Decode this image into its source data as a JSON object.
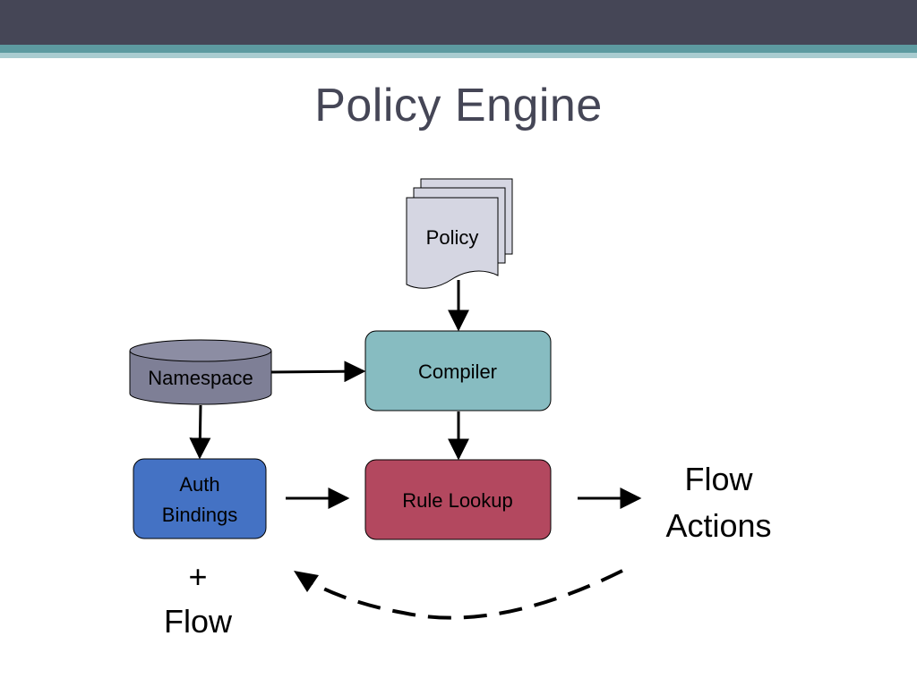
{
  "slide": {
    "title": "Policy Engine"
  },
  "diagram": {
    "nodes": {
      "policy": {
        "label": "Policy"
      },
      "namespace": {
        "label": "Namespace"
      },
      "compiler": {
        "label": "Compiler"
      },
      "auth": {
        "label_line1": "Auth",
        "label_line2": "Bindings"
      },
      "rule_lookup": {
        "label": "Rule Lookup"
      }
    },
    "flow_actions": {
      "line1": "Flow",
      "line2": "Actions"
    },
    "plus_flow": {
      "line1": "+",
      "line2": "Flow"
    }
  },
  "colors": {
    "header_bar": "#454656",
    "header_stripe": "#5d9aa0",
    "title_text": "#454656",
    "policy_doc": "#d5d6e2",
    "namespace_db": "#7e7f96",
    "compiler_box": "#87bcc1",
    "auth_box": "#4472c4",
    "rule_lookup_box": "#b3485f"
  }
}
